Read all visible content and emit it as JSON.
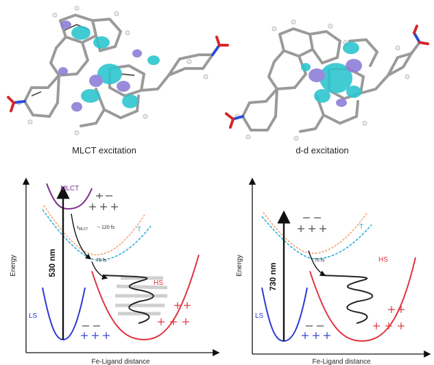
{
  "molecules": {
    "left_caption": "MLCT excitation",
    "right_caption": "d-d excitation"
  },
  "left_diagram": {
    "ylabel": "Energy",
    "xlabel": "Fe-Ligand distance",
    "excitation": "530  nm",
    "mlct_label": "MLCT",
    "t_label": "T",
    "hs_label": "HS",
    "ls_label": "LS",
    "tau_mlct": "τ",
    "tau_mlct_sub": "MLCT",
    "tau_mlct_value": "~ 120 fs",
    "t_to_hs": "70 fs"
  },
  "right_diagram": {
    "ylabel": "Energy",
    "xlabel": "Fe-Ligand distance",
    "excitation": "730  nm",
    "t_label": "T",
    "hs_label": "HS",
    "ls_label": "LS",
    "t_to_hs": "70 fs"
  },
  "colors": {
    "mlct": "#7a2a8c",
    "triplet_orange": "#f0a070",
    "triplet_cyan": "#2ab0d8",
    "hs": "#e0303a",
    "ls": "#2a3ad0",
    "orbital_cyan": "#2fc6cf",
    "orbital_purple": "#8f7fd8",
    "nitro_red": "#d8262a",
    "nitro_blue": "#2a4cd8"
  }
}
